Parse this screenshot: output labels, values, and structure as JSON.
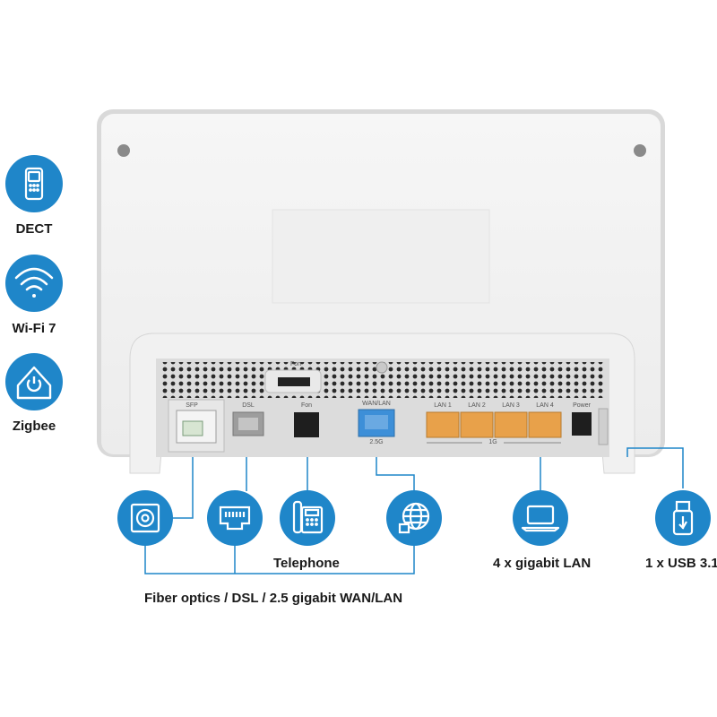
{
  "colors": {
    "accent": "#1f86c9",
    "lan_port": "#e8a14a",
    "wan_port": "#3d8fd8"
  },
  "features": [
    {
      "label": "DECT",
      "icon": "phone-handset-icon"
    },
    {
      "label": "Wi-Fi 7",
      "icon": "wifi-icon"
    },
    {
      "label": "Zigbee",
      "icon": "smart-home-icon"
    }
  ],
  "router": {
    "top_label": "Fon",
    "ports": {
      "sfp": "SFP",
      "dsl": "DSL",
      "fon": "Fon",
      "wan": "WAN/LAN",
      "wan_speed": "2.5G",
      "lan": [
        "LAN 1",
        "LAN 2",
        "LAN 3",
        "LAN 4"
      ],
      "lan_speed": "1G",
      "power": "Power"
    }
  },
  "connections": [
    {
      "icon": "fiber-optic-icon"
    },
    {
      "icon": "dsl-port-icon"
    },
    {
      "icon": "telephone-icon",
      "label": "Telephone"
    },
    {
      "icon": "globe-network-icon"
    },
    {
      "icon": "laptop-icon",
      "label": "4 x gigabit LAN"
    },
    {
      "icon": "usb-stick-icon",
      "label": "1 x USB 3.1"
    }
  ],
  "combined_label": "Fiber optics / DSL / 2.5 gigabit WAN/LAN"
}
